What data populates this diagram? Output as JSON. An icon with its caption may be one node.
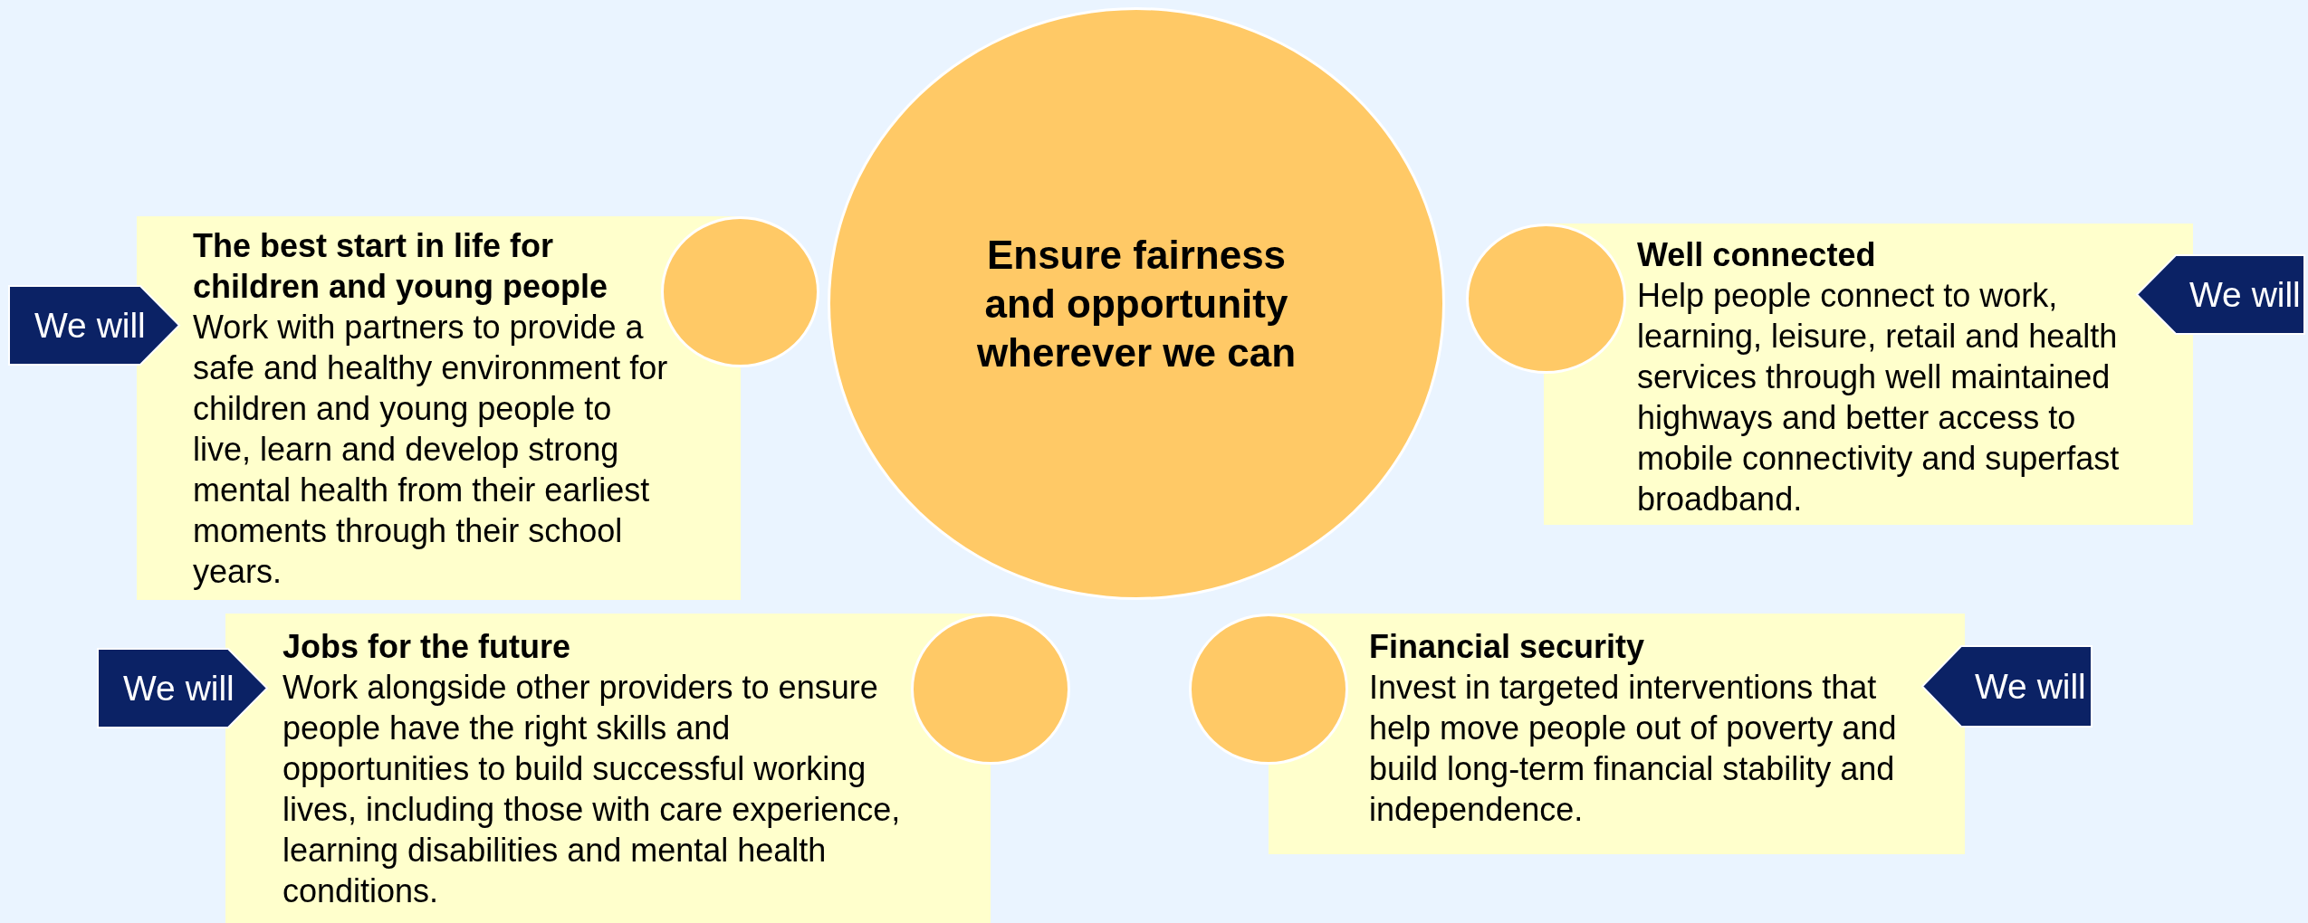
{
  "diagram": {
    "nodes": [
      {
        "text": [
          "Ensure fairness and opportunity wherever we can"
        ]
      },
      {
        "text": [
          "The best start in life for children and young people",
          "Work with partners to provide a safe and healthy environment for children and young people to live, learn and develop strong mental health from their earliest moments through their school years."
        ]
      },
      {
        "text": [],
        "shape": "circle"
      },
      {
        "text": [
          "We will"
        ]
      },
      {
        "text": [
          "Well connected",
          "Help people connect to work, learning, leisure, retail and health services through well maintained highways and better access to mobile connectivity and superfast broadband."
        ]
      },
      {
        "text": [],
        "shape": "circle"
      },
      {
        "text": [
          "We will"
        ]
      },
      {
        "text": [
          "Jobs for the future",
          "Work alongside other providers to ensure people have the right skills and opportunities to build successful working lives, including those with care experience, learning disabilities and mental health conditions."
        ]
      },
      {
        "text": [],
        "shape": "circle"
      },
      {
        "text": [
          "We will"
        ]
      },
      {
        "text": [
          "Financial security",
          "Invest in targeted interventions that help move people out of poverty and build long-term financial stability and independence."
        ]
      },
      {
        "text": [],
        "shape": "circle"
      },
      {
        "text": [
          "We will"
        ]
      }
    ]
  }
}
